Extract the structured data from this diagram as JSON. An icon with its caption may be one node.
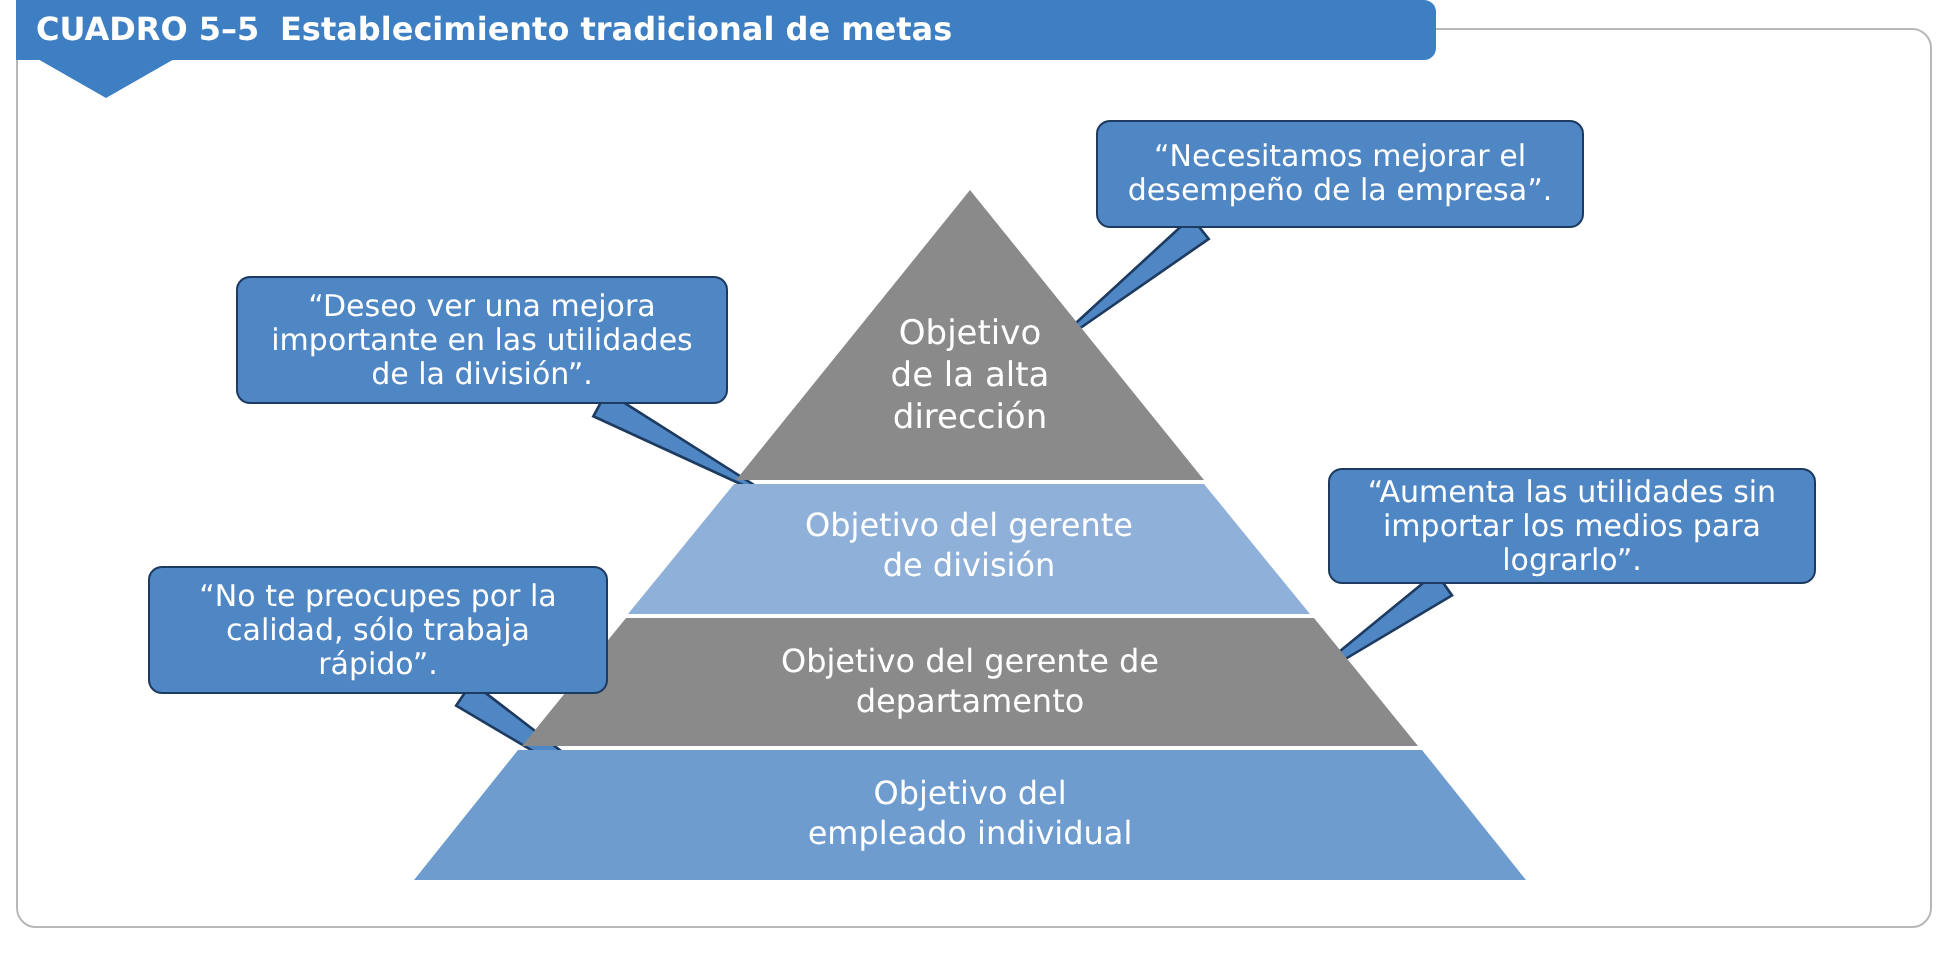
{
  "diagram": {
    "title": "Establecimiento tradicional de metas",
    "nodes": [
      {
        "text": [
          "Objetivo de la alta dirección"
        ]
      },
      {
        "text": [
          "Objetivo del gerente de división"
        ]
      },
      {
        "text": [
          "Objetivo del gerente de departamento"
        ]
      },
      {
        "text": [
          "Objetivo del empleado individual"
        ]
      },
      {
        "text": [
          "“Necesitamos mejorar el desempeño de la empresa”."
        ]
      },
      {
        "text": [
          "“Deseo ver una mejora importante en las utilidades de la división”."
        ]
      },
      {
        "text": [
          "“Aumenta las utilidades sin importar los medios para lograrlo”."
        ]
      },
      {
        "text": [
          "“No te preocupes por la calidad, sólo trabaja rápido”."
        ]
      }
    ],
    "edges": [
      {
        "from": 4,
        "to": 0,
        "arrow": "none"
      },
      {
        "from": 5,
        "to": 1,
        "arrow": "none"
      },
      {
        "from": 6,
        "to": 2,
        "arrow": "none"
      },
      {
        "from": 7,
        "to": 3,
        "arrow": "none"
      }
    ],
    "labels": [
      "CUADRO 5–5"
    ]
  }
}
